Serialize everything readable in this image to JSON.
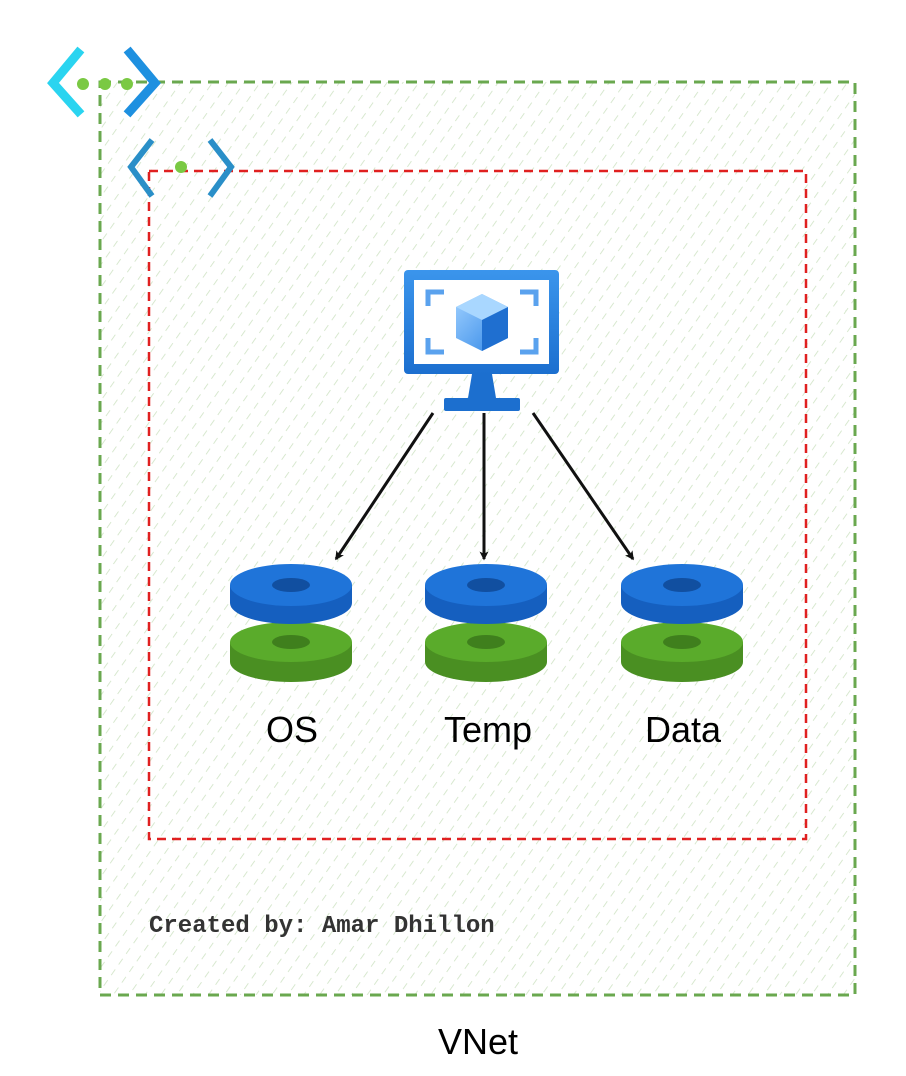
{
  "diagram": {
    "vnet_label": "VNet",
    "credit": "Created by: Amar Dhillon",
    "disks": [
      {
        "label": "OS"
      },
      {
        "label": "Temp"
      },
      {
        "label": "Data"
      }
    ]
  },
  "colors": {
    "vnet_border": "#6aa84f",
    "subnet_border": "#e02020",
    "hatch": "#cfe3c4",
    "disk_top": "#1f74d9",
    "disk_bottom": "#5aab2b",
    "monitor": "#2a82e0",
    "vnet_icon_bracket": "#2ad4f0",
    "subnet_icon_bracket": "#2a8fc8",
    "icon_dot": "#7ac943"
  },
  "icons": {
    "vnet": "vnet-icon",
    "subnet": "subnet-icon",
    "vm": "virtual-machine-icon",
    "disk": "managed-disk-icon"
  }
}
